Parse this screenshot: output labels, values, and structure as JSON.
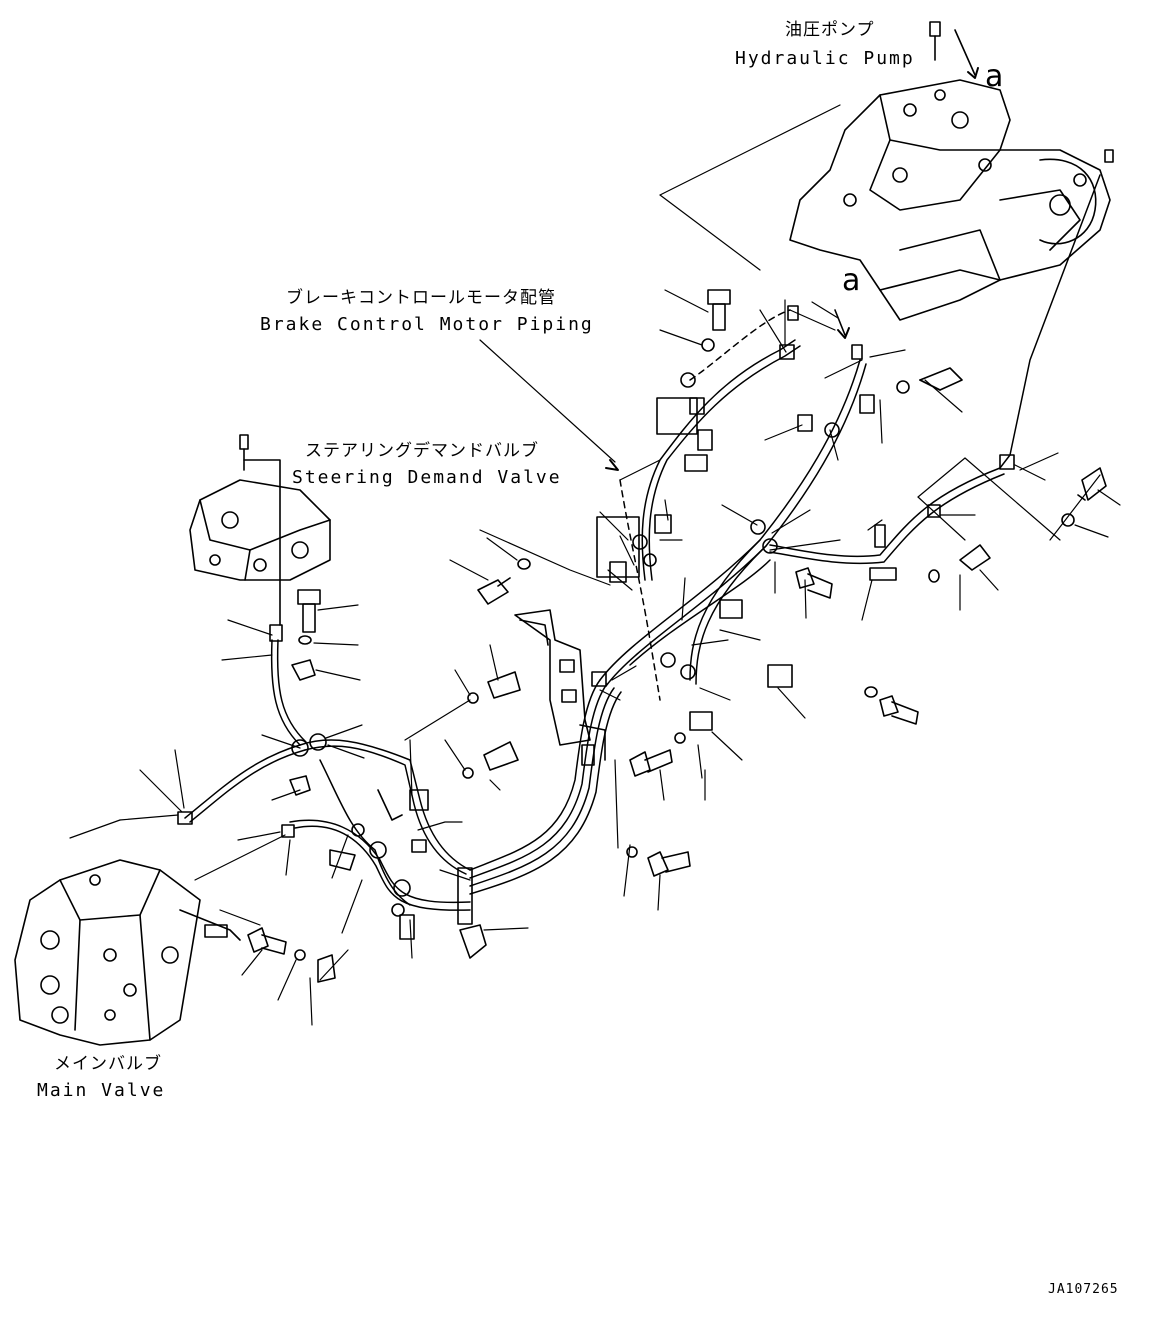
{
  "labels": {
    "hydraulic_pump_jp": "油圧ポンプ",
    "hydraulic_pump_en": "Hydraulic Pump",
    "brake_piping_jp": "ブレーキコントロールモータ配管",
    "brake_piping_en": "Brake Control Motor Piping",
    "steering_valve_jp": "ステアリングデマンドバルブ",
    "steering_valve_en": "Steering Demand Valve",
    "main_valve_jp": "メインバルブ",
    "main_valve_en": "Main Valve",
    "view_ref_1": "a",
    "view_ref_2": "a",
    "drawing_code": "JA107265"
  }
}
